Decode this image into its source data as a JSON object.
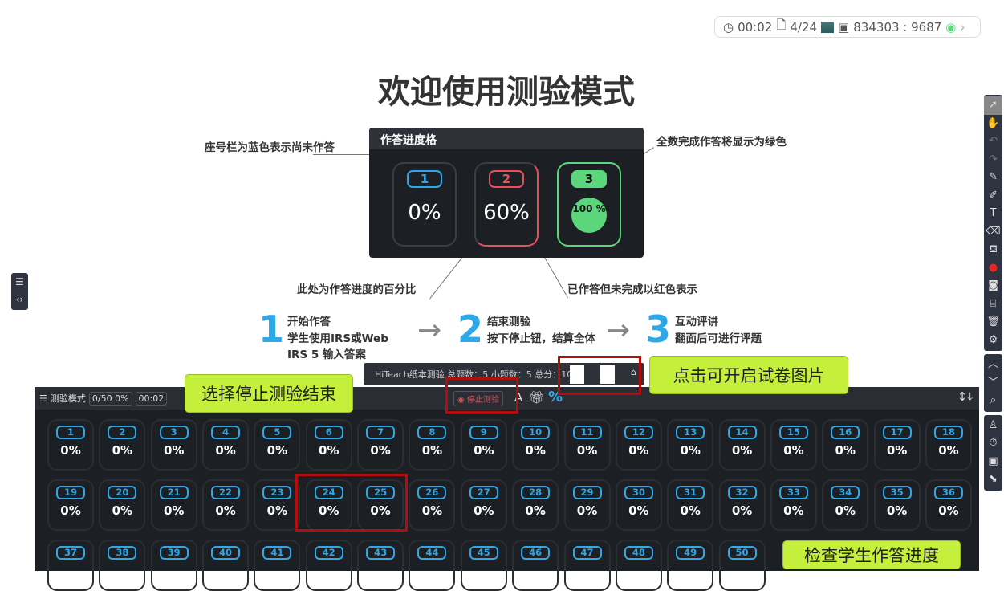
{
  "status": {
    "timer": "00:02",
    "page": "4/24",
    "code": "834303 : 9687"
  },
  "slide": {
    "title": "欢迎使用测验模式",
    "legend_title": "作答进度格",
    "legend": [
      {
        "num": "1",
        "pct": "0%"
      },
      {
        "num": "2",
        "pct": "60%"
      },
      {
        "num": "3",
        "pct": "100 %"
      }
    ],
    "notes": {
      "blue": "座号栏为蓝色表示尚未作答",
      "green": "全数完成作答将显示为绿色",
      "percent": "此处为作答进度的百分比",
      "red": "已作答但未完成以红色表示"
    },
    "steps": [
      {
        "num": "1",
        "title": "开始作答",
        "desc": "学生使用IRS或Web IRS 5 输入答案"
      },
      {
        "num": "2",
        "title": "结束测验",
        "desc": "按下停止钮，结算全体"
      },
      {
        "num": "3",
        "title": "互动评讲",
        "desc": "翻面后可进行评题"
      }
    ]
  },
  "tooltip": {
    "text": "HiTeach纸本测验 总题数：5  小题数：5  总分：100"
  },
  "panel": {
    "mode": "测验模式",
    "progress": "0/50  0%",
    "timer": "00:02",
    "stop_label": "停止测验",
    "percent_icon": "%"
  },
  "callouts": {
    "stop": "选择停止测验结束",
    "image": "点击可开启试卷图片",
    "progress": "检查学生作答进度"
  },
  "grid": {
    "cells": []
  },
  "colors": {
    "blue": "#2ea8e6",
    "red": "#e5505a",
    "green": "#5bd67a",
    "callout": "#c4ef3a",
    "panel": "#1c1f24"
  }
}
